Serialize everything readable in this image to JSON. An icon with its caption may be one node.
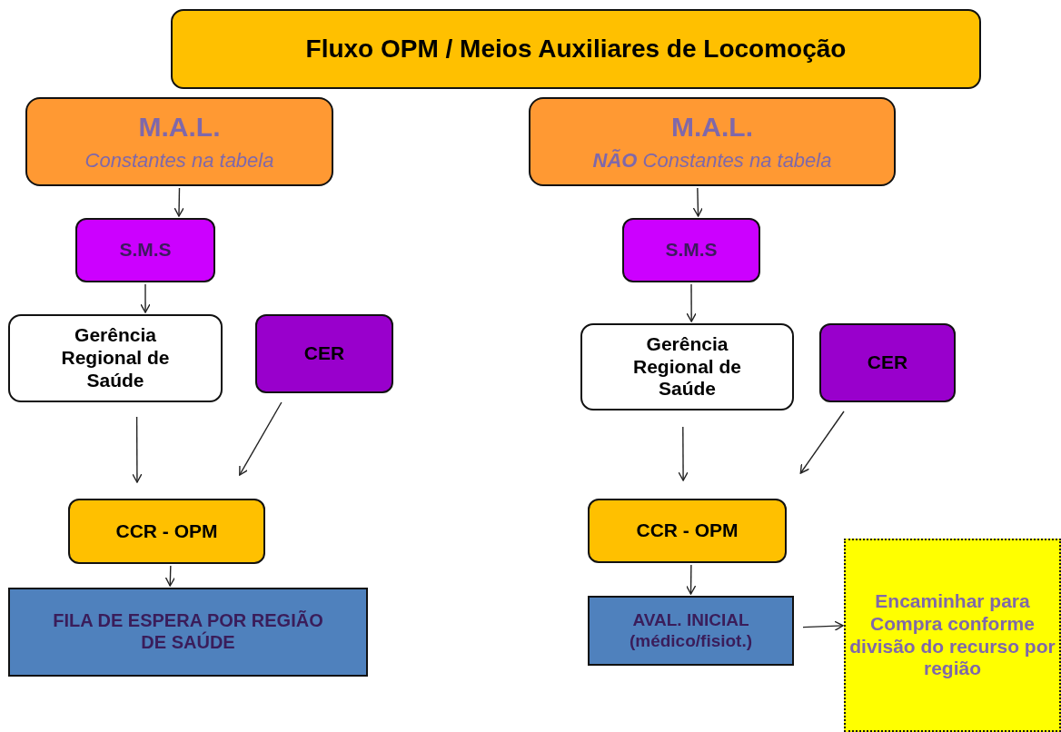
{
  "diagram": {
    "nodes": [
      {
        "text": [
          "Fluxo OPM / Meios Auxiliares de Locomoção"
        ]
      },
      {
        "text": [
          "M.A.L.",
          "Constantes na tabela"
        ]
      },
      {
        "text": [
          "S.M.S"
        ]
      },
      {
        "text": [
          "Gerência Regional de Saúde"
        ]
      },
      {
        "text": [
          "CER"
        ]
      },
      {
        "text": [
          "CCR - OPM"
        ]
      },
      {
        "text": [
          "FILA DE ESPERA POR REGIÃO DE SAÚDE"
        ]
      },
      {
        "text": [
          "M.A.L.",
          "**NÃO** Constantes na tabela"
        ]
      },
      {
        "text": [
          "S.M.S"
        ]
      },
      {
        "text": [
          "Gerência Regional de Saúde"
        ]
      },
      {
        "text": [
          "CER"
        ]
      },
      {
        "text": [
          "CCR - OPM"
        ]
      },
      {
        "text": [
          "AVAL. INICIAL (médico/fisiot.)"
        ]
      },
      {
        "text": [
          "Encaminhar para Compra conforme divisão do recurso por região"
        ]
      }
    ],
    "edges": [
      {
        "from": 1,
        "to": 2,
        "arrow": "to"
      },
      {
        "from": 2,
        "to": 3,
        "arrow": "to"
      },
      {
        "from": 3,
        "to": 5,
        "arrow": "to"
      },
      {
        "from": 4,
        "to": 5,
        "arrow": "to"
      },
      {
        "from": 5,
        "to": 6,
        "arrow": "to"
      },
      {
        "from": 7,
        "to": 8,
        "arrow": "to"
      },
      {
        "from": 8,
        "to": 9,
        "arrow": "to"
      },
      {
        "from": 9,
        "to": 11,
        "arrow": "to"
      },
      {
        "from": 10,
        "to": 11,
        "arrow": "to"
      },
      {
        "from": 11,
        "to": 12,
        "arrow": "to"
      },
      {
        "from": 12,
        "to": 13,
        "arrow": "to"
      }
    ]
  }
}
